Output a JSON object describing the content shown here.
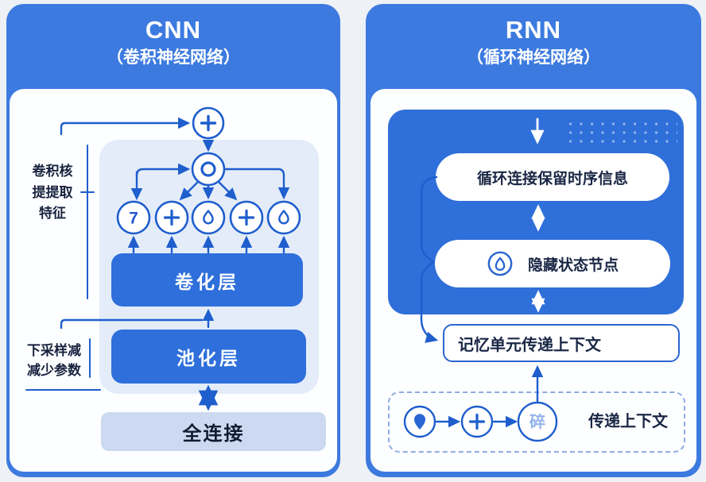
{
  "colors": {
    "panel_blue": "#3c7ae0",
    "container_blue": "#2f6fd9",
    "layer_box_blue": "#2e6fdb",
    "stroke_blue": "#1e5ecd",
    "light_diagram_box": "#e4ecf9",
    "fc_box": "#cdd9f1",
    "dark_text": "#1a2745",
    "white": "#ffffff"
  },
  "cnn": {
    "title": "CNN",
    "subtitle": "（卷积神经网络）",
    "kernel_note": "卷积核\n提提取\n特征",
    "downsample_note": "下采样减\n减少参数",
    "conv_layer_label": "卷化层",
    "pool_layer_label": "池化层",
    "fc_label": "全连接",
    "node_seven": "7",
    "icons": {
      "top_node": "plus-icon",
      "merge_node": "ring-icon",
      "feature_nodes": [
        "digit-7",
        "plus-icon",
        "drop-icon",
        "plus-icon",
        "drop-icon"
      ]
    }
  },
  "rnn": {
    "title": "RNN",
    "subtitle": "（循环神经网络）",
    "pill_recurrent": "循环连接保留时序信息",
    "pill_hidden": "隐藏状态节点",
    "memory_label": "记忆单元传递上下文",
    "context_label": "传递上下文",
    "node_sui": "碎",
    "icons": {
      "hidden_node": "ring-drop-icon",
      "flow_nodes": [
        "pin-icon",
        "plus-icon",
        "sui-node"
      ]
    }
  }
}
